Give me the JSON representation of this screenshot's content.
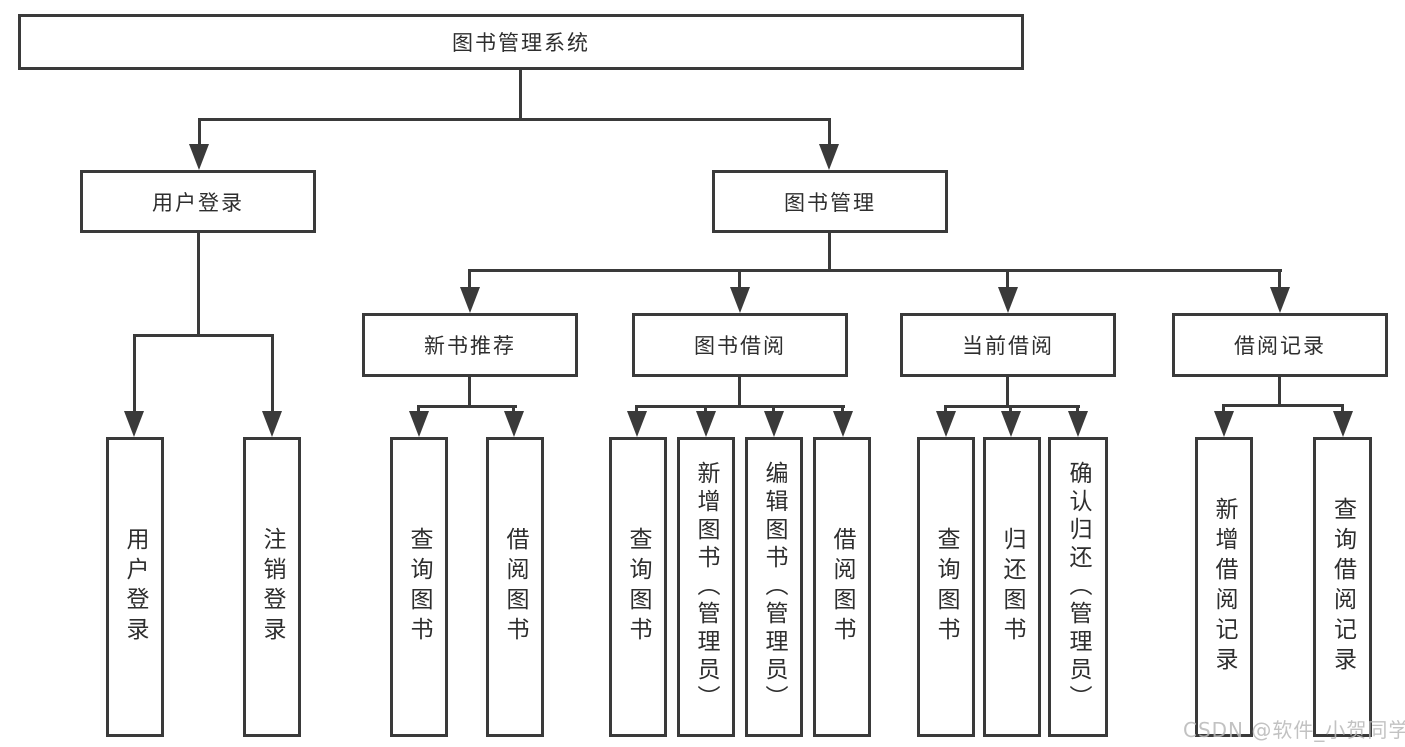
{
  "diagram_type": "hierarchy-tree",
  "colors": {
    "line": "#3a3a3a",
    "node_border": "#3a3a3a",
    "node_text": "#2e2e2e",
    "background": "#ffffff",
    "watermark": "#b8b8b8"
  },
  "nodes": {
    "root": "图书管理系统",
    "user_login": "用户登录",
    "book_mgmt": "图书管理",
    "ul_login": "用户登录",
    "ul_logout": "注销登录",
    "bm_new_books": "新书推荐",
    "bm_borrow": "图书借阅",
    "bm_current": "当前借阅",
    "bm_records": "借阅记录",
    "nb_query": "查询图书",
    "nb_borrow": "借阅图书",
    "bb_query": "查询图书",
    "bb_add": "新增图书（管理员）",
    "bb_edit": "编辑图书（管理员）",
    "bb_borrow": "借阅图书",
    "cb_query": "查询图书",
    "cb_return": "归还图书",
    "cb_confirm": "确认归还（管理员）",
    "br_add": "新增借阅记录",
    "br_query": "查询借阅记录"
  },
  "watermark": "CSDN @软件_小贺同学"
}
